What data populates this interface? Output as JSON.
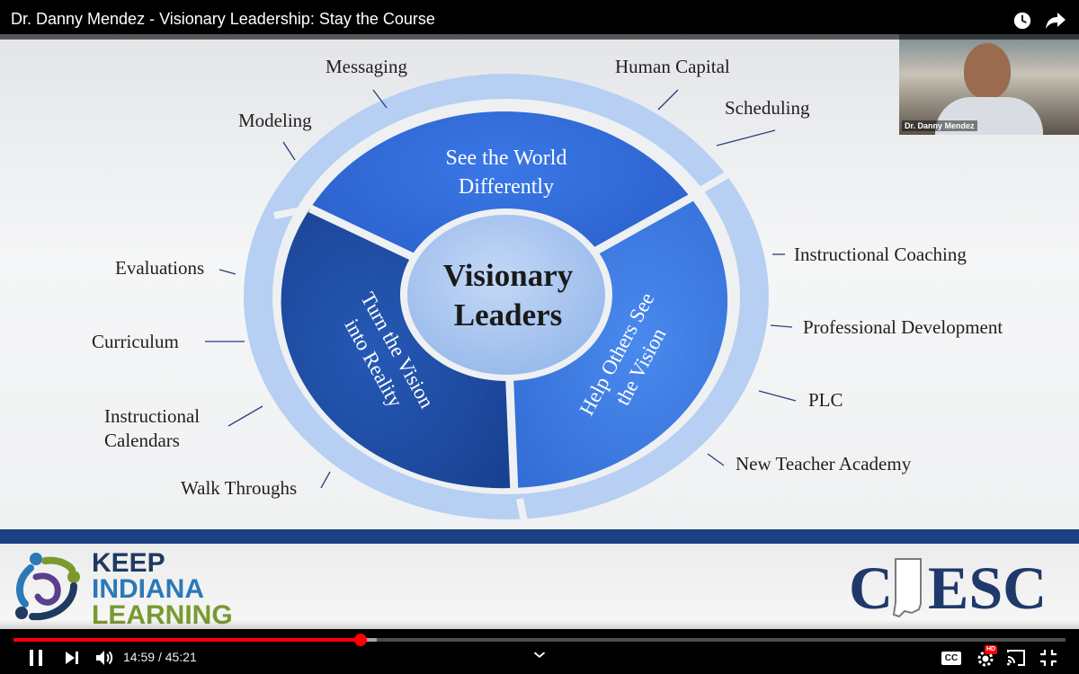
{
  "video": {
    "title": "Dr. Danny Mendez - Visionary Leadership: Stay the Course",
    "current_time": "14:59",
    "separator": "/",
    "duration": "45:21",
    "progress_fraction": 0.33,
    "buffered_fraction": 0.345
  },
  "webcam": {
    "name": "Dr. Danny Mendez"
  },
  "slide": {
    "center": [
      "Visionary",
      "Leaders"
    ],
    "top_segment": [
      "See the World",
      "Differently"
    ],
    "left_segment": [
      "Turn the Vision",
      "into Reality"
    ],
    "right_segment": [
      "Help Others See",
      "the Vision"
    ],
    "labels": {
      "messaging": "Messaging",
      "human_capital": "Human Capital",
      "modeling": "Modeling",
      "scheduling": "Scheduling",
      "instructional_coaching": "Instructional Coaching",
      "evaluations": "Evaluations",
      "professional_development": "Professional Development",
      "curriculum": "Curriculum",
      "plc": "PLC",
      "instructional_calendars_1": "Instructional",
      "instructional_calendars_2": "Calendars",
      "new_teacher_academy": "New Teacher Academy",
      "walk_throughs": "Walk Throughs"
    }
  },
  "logos": {
    "keep_indiana_learning": [
      "KEEP",
      "INDIANA",
      "LEARNING"
    ],
    "ciesc_left": "C",
    "ciesc_right": "ESC"
  },
  "controls": {
    "icons": [
      "pause-icon",
      "next-icon",
      "volume-icon",
      "chevron-up-icon",
      "captions-icon",
      "settings-icon",
      "cast-icon",
      "exit-fullscreen-icon",
      "watch-later-icon",
      "share-icon"
    ],
    "captions_label": "CC",
    "hd_badge": "HD"
  },
  "colors": {
    "ring_outer": "#aecbf3",
    "segment_top": "#2f6ad8",
    "segment_left": "#1f50a6",
    "segment_right": "#3d7ce4",
    "center": "#a8c6f0",
    "progress_red": "#ff0000",
    "stripe": "#1a3f83"
  }
}
